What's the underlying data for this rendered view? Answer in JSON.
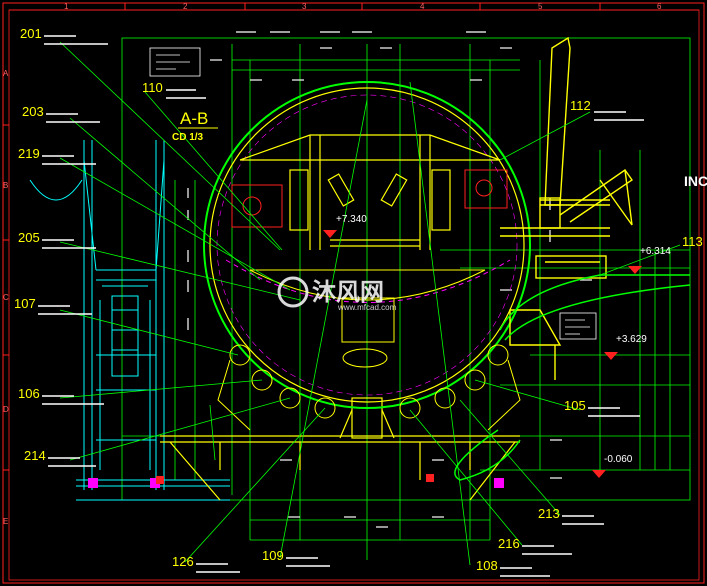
{
  "border": {
    "columns": [
      "1",
      "2",
      "3",
      "4",
      "5",
      "6"
    ],
    "rows": [
      "A",
      "B",
      "C",
      "D",
      "E"
    ]
  },
  "section": {
    "title": "A-B",
    "reference": "CD 1/3"
  },
  "callouts": {
    "c201": "201",
    "c203": "203",
    "c219": "219",
    "c205": "205",
    "c107": "107",
    "c106": "106",
    "c214": "214",
    "c110": "110",
    "c112": "112",
    "c113": "113",
    "c105": "105",
    "c213": "213",
    "c216": "216",
    "c108": "108",
    "c109": "109",
    "c126": "126"
  },
  "elevations": {
    "e1": "+7.340",
    "e2": "+6.314",
    "e3": "+3.629",
    "e4": "-0.060"
  },
  "edge_text": "INC",
  "watermark": {
    "brand": "沐风网",
    "url": "www.mfcad.com"
  },
  "colors": {
    "bg": "#000000",
    "frame": "#ff2020",
    "yellow": "#ffff00",
    "green": "#00ff00",
    "cyan": "#00ffff",
    "white": "#ffffff",
    "magenta": "#ff00ff"
  }
}
